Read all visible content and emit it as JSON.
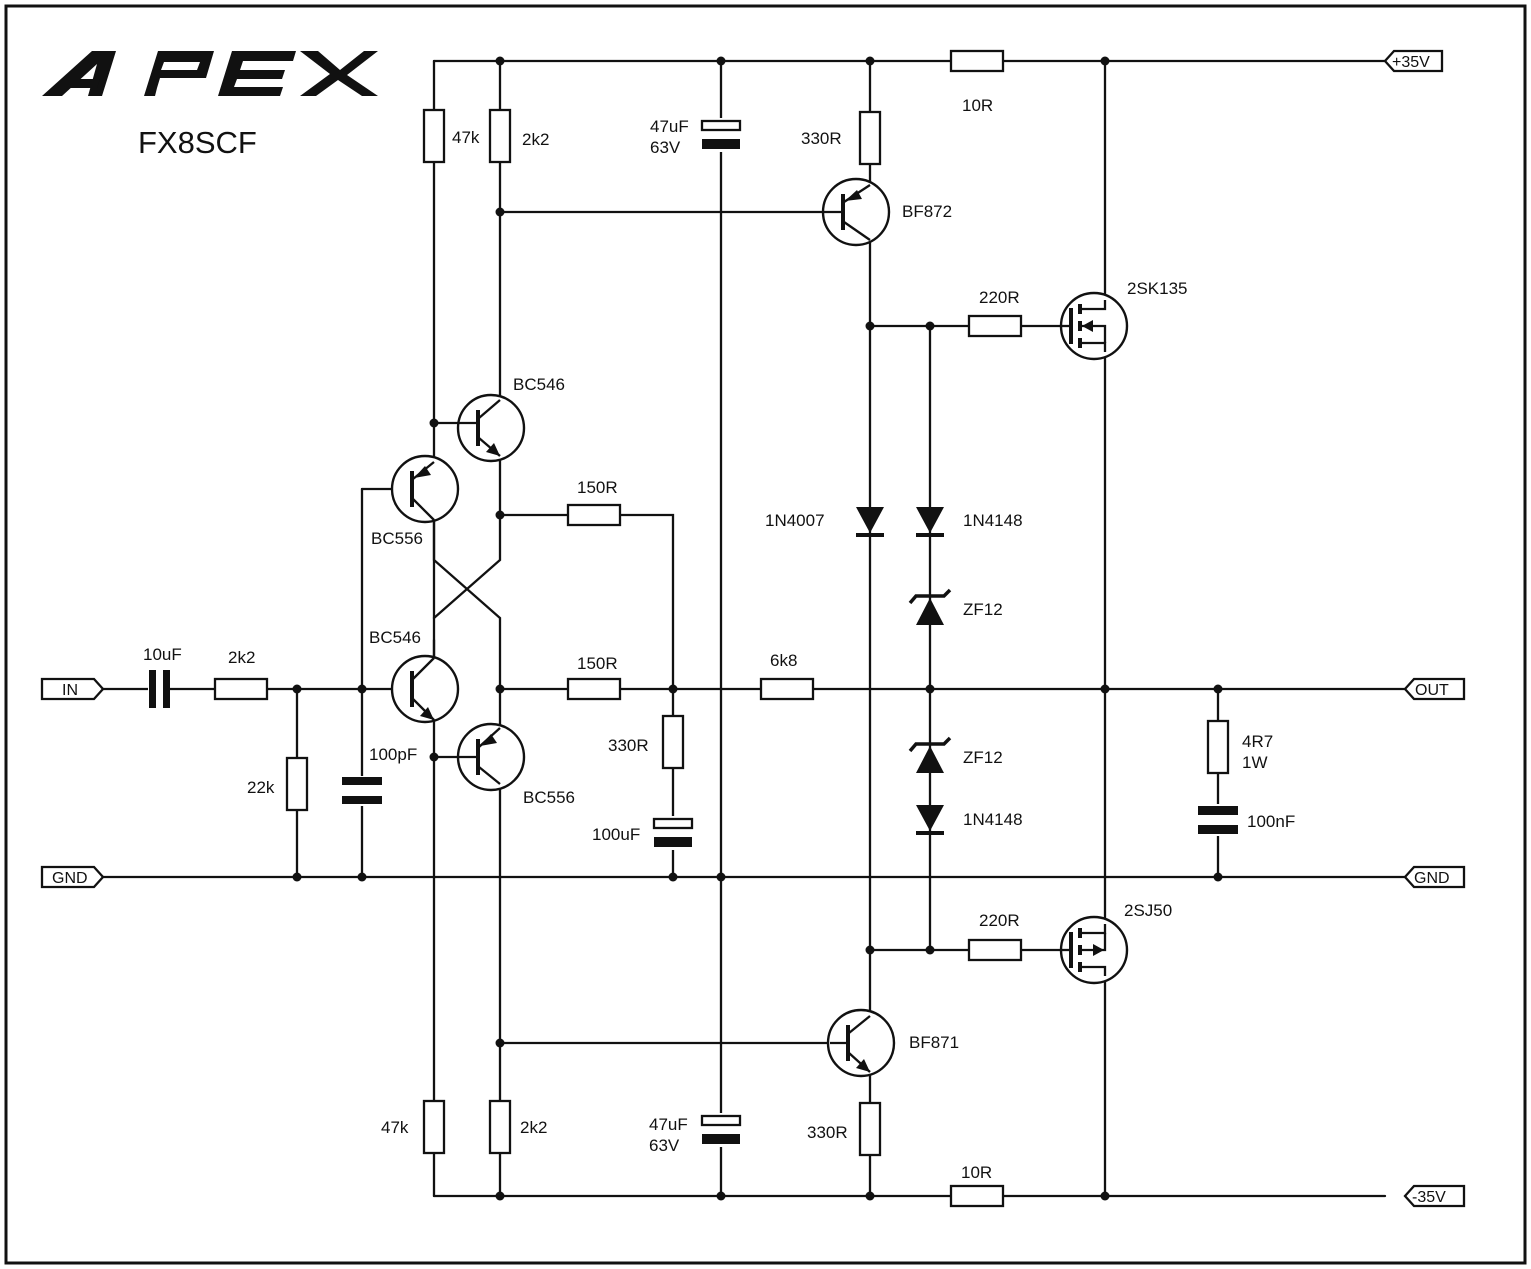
{
  "title": "FX8SCF",
  "logo_text": "APEX",
  "colors": {
    "ink": "#111111",
    "background": "#ffffff"
  },
  "ports": {
    "in": "IN",
    "gnd_left": "GND",
    "plus_supply": "+35V",
    "out": "OUT",
    "gnd_right": "GND",
    "minus_supply": "-35V"
  },
  "components": {
    "c_in": "10uF",
    "r_in": "2k2",
    "r_bias_in": "22k",
    "c_filter": "100pF",
    "r_top_a": "47k",
    "r_top_b": "2k2",
    "c_top_value": "47uF",
    "c_top_voltage": "63V",
    "r_vas_top": "330R",
    "q_vas_top": "BF872",
    "r_supply_top": "10R",
    "r_gate_top": "220R",
    "q_out_top": "2SK135",
    "q_in_top_npn": "BC546",
    "q_in_top_pnp": "BC556",
    "r_fb_top": "150R",
    "q_in_bot_npn": "BC546",
    "q_in_bot_pnp": "BC556",
    "r_fb_bot": "150R",
    "r_fb_main": "6k8",
    "r_fb_shunt": "330R",
    "c_fb_shunt": "100uF",
    "d_top_rect": "1N4007",
    "d_top_sig": "1N4148",
    "z_top": "ZF12",
    "z_bot": "ZF12",
    "d_bot_sig": "1N4148",
    "r_zobel": "4R7",
    "r_zobel_power": "1W",
    "c_zobel": "100nF",
    "r_gate_bot": "220R",
    "q_out_bot": "2SJ50",
    "q_vas_bot": "BF871",
    "r_vas_bot": "330R",
    "r_supply_bot": "10R",
    "r_bot_a": "47k",
    "r_bot_b": "2k2",
    "c_bot_value": "47uF",
    "c_bot_voltage": "63V"
  }
}
